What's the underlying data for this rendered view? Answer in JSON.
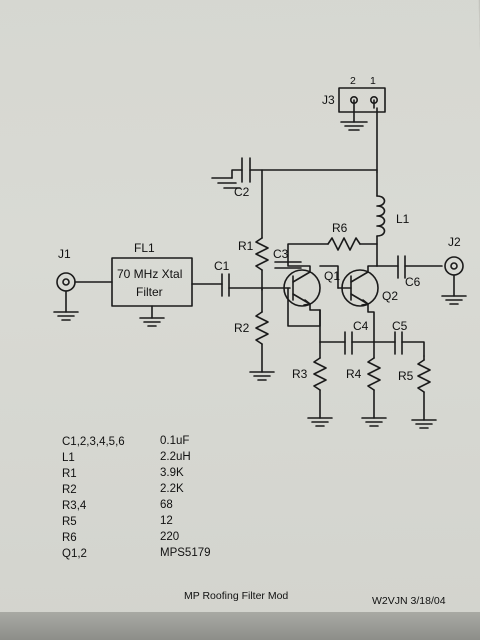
{
  "schematic": {
    "connector_j3": {
      "ref": "J3",
      "pins": [
        "2",
        "1"
      ]
    },
    "capacitor_c2": "C2",
    "inductor_l1": "L1",
    "resistor_r6": "R6",
    "capacitor_c3": "C3",
    "resistor_r1": "R1",
    "connector_j1": "J1",
    "filter": {
      "ref": "FL1",
      "line1": "70 MHz Xtal",
      "line2": "Filter"
    },
    "capacitor_c1": "C1",
    "transistor_q1": "Q1",
    "transistor_q2": "Q2",
    "capacitor_c6": "C6",
    "connector_j2": "J2",
    "resistor_r2": "R2",
    "capacitor_c4": "C4",
    "capacitor_c5": "C5",
    "resistor_r3": "R3",
    "resistor_r4": "R4",
    "resistor_r5": "R5"
  },
  "parts_list": [
    {
      "ref": "C1,2,3,4,5,6",
      "value": "0.1uF"
    },
    {
      "ref": "L1",
      "value": "2.2uH"
    },
    {
      "ref": "R1",
      "value": "3.9K"
    },
    {
      "ref": "R2",
      "value": "2.2K"
    },
    {
      "ref": "R3,4",
      "value": "68"
    },
    {
      "ref": "R5",
      "value": "12"
    },
    {
      "ref": "R6",
      "value": "220"
    },
    {
      "ref": "Q1,2",
      "value": "MPS5179"
    }
  ],
  "footer": {
    "title": "MP Roofing Filter Mod",
    "author_date": "W2VJN 3/18/04"
  }
}
